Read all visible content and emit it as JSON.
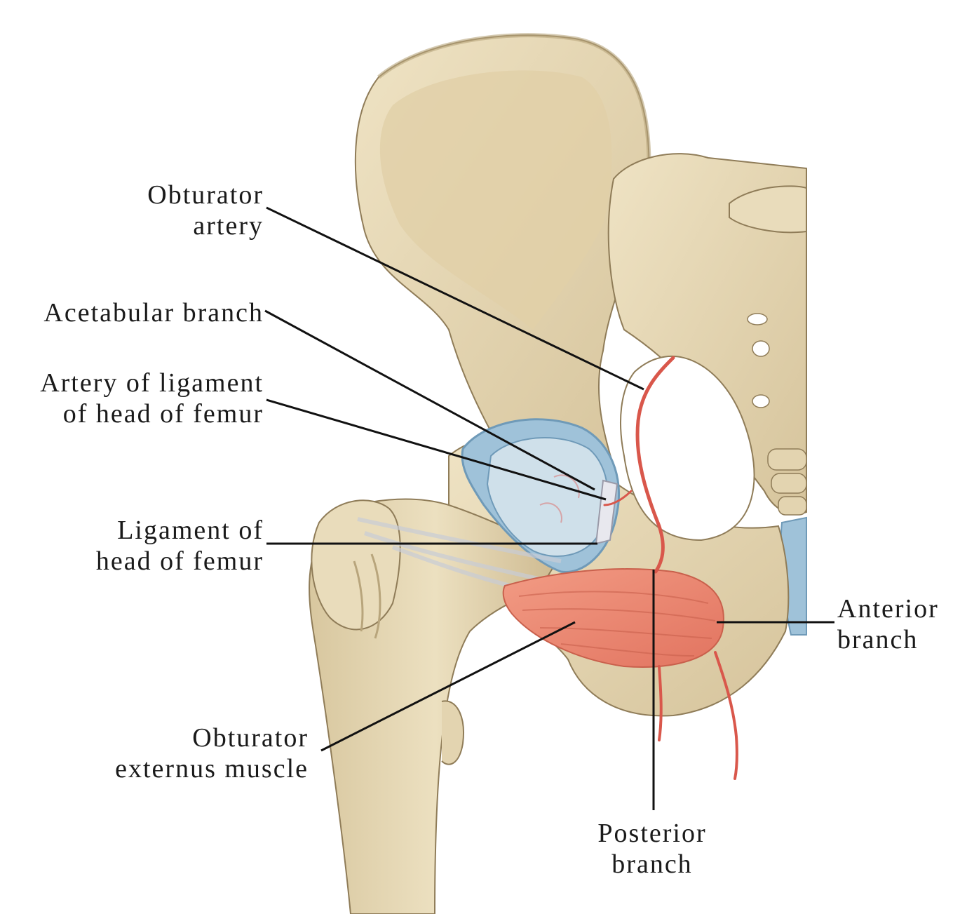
{
  "labels": {
    "obturator_artery": [
      "Obturator",
      "artery"
    ],
    "acetabular_branch": [
      "Acetabular branch"
    ],
    "artery_of_ligament": [
      "Artery of ligament",
      "of head of femur"
    ],
    "ligament_of_head": [
      "Ligament of",
      "head of femur"
    ],
    "anterior_branch": [
      "Anterior",
      "branch"
    ],
    "obturator_externus": [
      "Obturator",
      "externus muscle"
    ],
    "posterior_branch": [
      "Posterior",
      "branch"
    ]
  },
  "colors": {
    "bone": "#e6d8b6",
    "bone_shadow": "#c9b68d",
    "bone_outline": "#8f7c58",
    "cartilage": "#9fc2d9",
    "cartilage_dark": "#6f9ab8",
    "muscle": "#ee8a74",
    "muscle_dark": "#d2604c",
    "artery": "#d9574b",
    "leader": "#111111"
  }
}
